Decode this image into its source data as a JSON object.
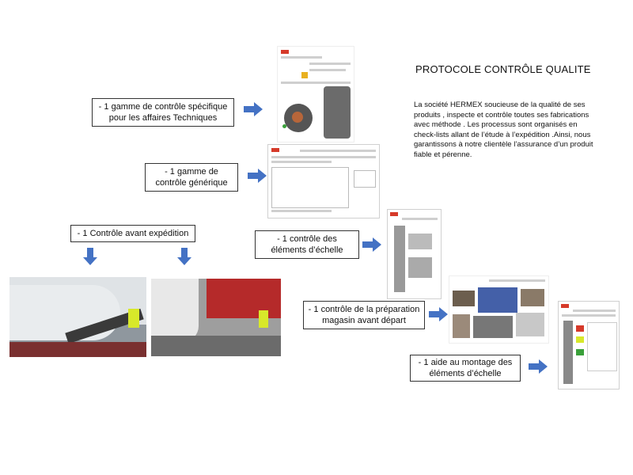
{
  "page": {
    "title": "PROTOCOLE CONTRÔLE QUALITE",
    "description": "La société HERMEX soucieuse de la qualité de ses produits , inspecte et contrôle toutes ses fabrications avec méthode . Les processus sont organisés en check-lists  allant de l’étude à l’expédition .Ainsi, nous garantissons à notre clientèle l’assurance d’un produit fiable et pérenne."
  },
  "boxes": {
    "gamme_specifique_1": "- 1 gamme de contrôle spécifique",
    "gamme_specifique_2": "pour les affaires Techniques",
    "gamme_generique_1": "- 1 gamme de",
    "gamme_generique_2": "contrôle générique",
    "controle_expedition": "- 1 Contrôle avant expédition",
    "elements_echelle_1": "- 1 contrôle des",
    "elements_echelle_2": "éléments d’échelle",
    "preparation_1": "- 1 contrôle de la préparation",
    "preparation_2": "magasin avant départ",
    "aide_montage_1": "- 1 aide au montage des",
    "aide_montage_2": "éléments d’échelle"
  },
  "colors": {
    "arrow": "#4472c4",
    "brand_red": "#d63a2a"
  }
}
